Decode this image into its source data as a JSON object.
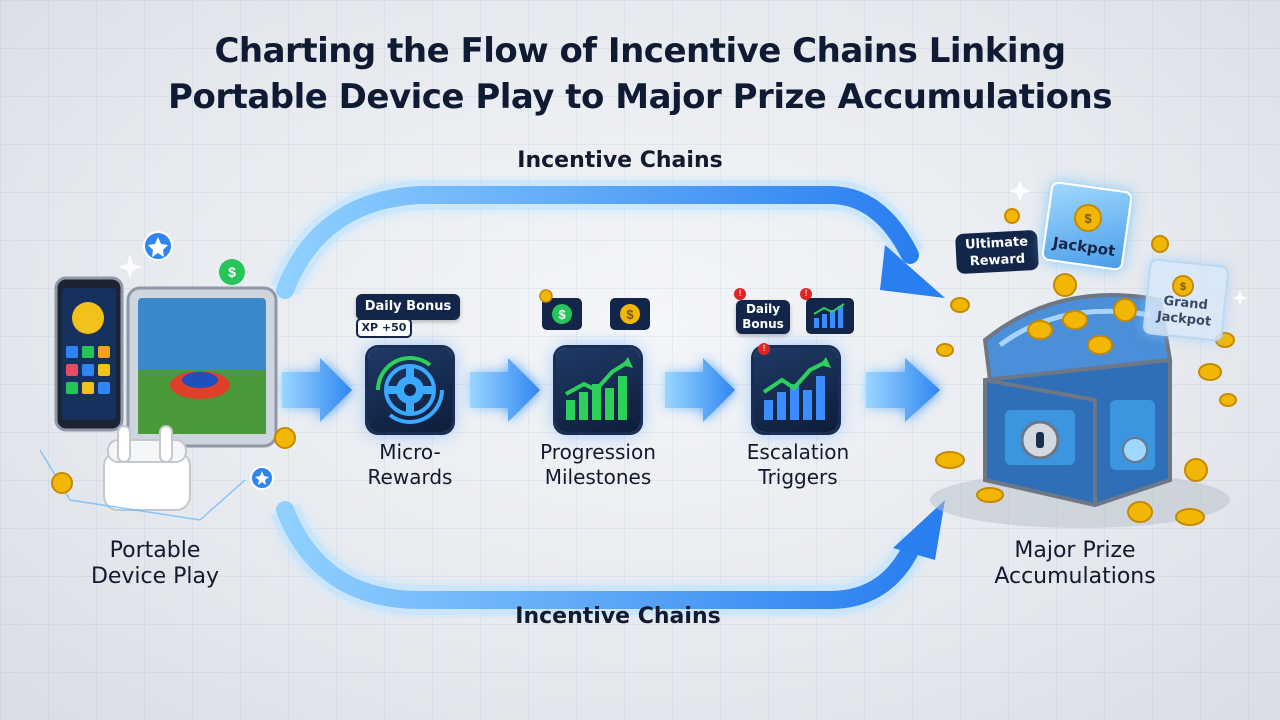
{
  "title": {
    "line1": "Charting the Flow of Incentive Chains Linking",
    "line2": "Portable Device Play to Major Prize Accumulations"
  },
  "chains": {
    "top_label": "Incentive Chains",
    "bottom_label": "Incentive Chains"
  },
  "source": {
    "line1": "Portable",
    "line2": "Device Play"
  },
  "stages": [
    {
      "line1": "Micro-",
      "line2": "Rewards",
      "badge_main": "Daily Bonus",
      "badge_sub": "XP +50"
    },
    {
      "line1": "Progression",
      "line2": "Milestones"
    },
    {
      "line1": "Escalation",
      "line2": "Triggers",
      "badge_main": "Daily Bonus"
    }
  ],
  "destination": {
    "line1": "Major Prize",
    "line2": "Accumulations",
    "ticket_ultimate": "Ultimate Reward",
    "ticket_jackpot": "Jackpot",
    "ticket_grand": "Grand Jackpot"
  },
  "colors": {
    "flow_blue": "#2f8df5",
    "flow_glow": "#7cc4ff",
    "tile_dark": "#13264a",
    "chart_green": "#2bd15a",
    "chart_blue": "#3b8cff",
    "coin_gold": "#f2b705"
  },
  "icons": {
    "micro_rewards": "gear-icon",
    "progression": "growth-chart-icon",
    "escalation": "growth-chart-icon",
    "dollar_chip": "dollar-coin-icon",
    "star": "star-icon"
  }
}
